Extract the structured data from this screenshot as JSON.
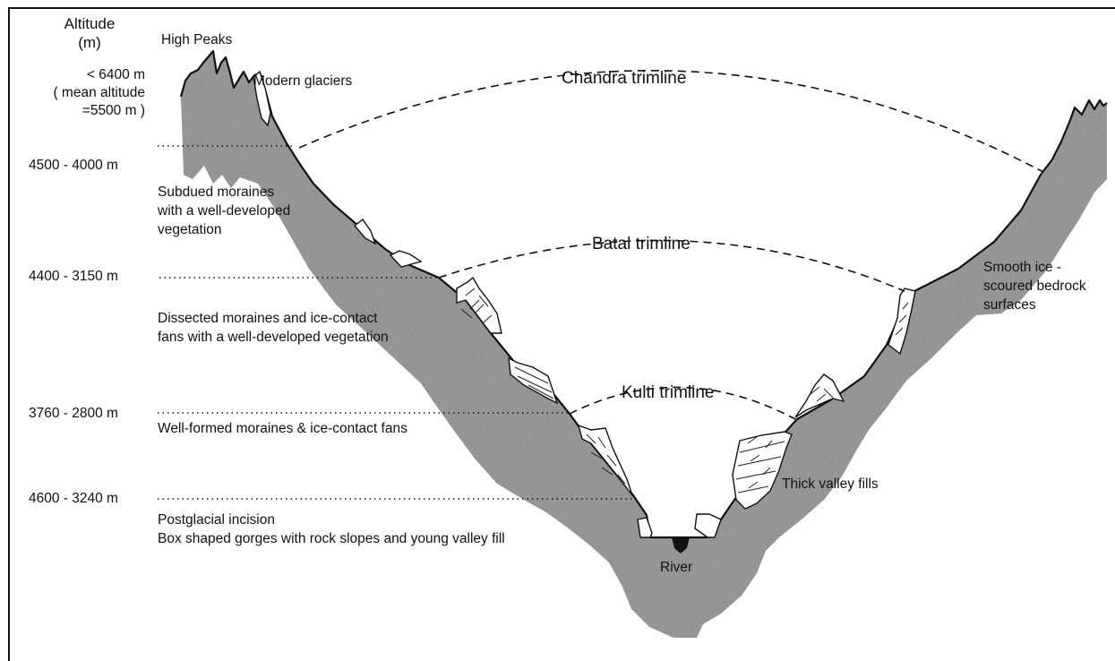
{
  "axis": {
    "title_line1": "Altitude",
    "title_line2": "(m)"
  },
  "peaks": {
    "title": "High Peaks",
    "alt_line1": "< 6400 m",
    "alt_line2": "( mean altitude",
    "alt_line3": "=5500 m )"
  },
  "altitudes": [
    "4500 - 4000 m",
    "4400 - 3150 m",
    "3760 - 2800 m",
    "4600 - 3240 m"
  ],
  "zones": {
    "subdued": [
      "Subdued moraines",
      "with a well-developed",
      "vegetation"
    ],
    "dissected": [
      "Dissected moraines and ice-contact",
      "fans with a well-developed vegetation"
    ],
    "wellformed": "Well-formed moraines & ice-contact fans",
    "postglacial": [
      "Postglacial incision",
      "Box shaped gorges with rock slopes and young valley fill"
    ]
  },
  "features": {
    "modern_glaciers": "Modern glaciers",
    "smooth_ice": [
      "Smooth ice -",
      "scoured bedrock",
      "surfaces"
    ],
    "thick_fills": "Thick valley fills",
    "river": "River"
  },
  "trimlines": {
    "chandra": "Chandra trimline",
    "batal": "Batal trimline",
    "kulti": "Kulti trimline"
  },
  "colors": {
    "rock_fill": "#8f8f8f",
    "outline": "#111111",
    "background": "#ffffff"
  }
}
